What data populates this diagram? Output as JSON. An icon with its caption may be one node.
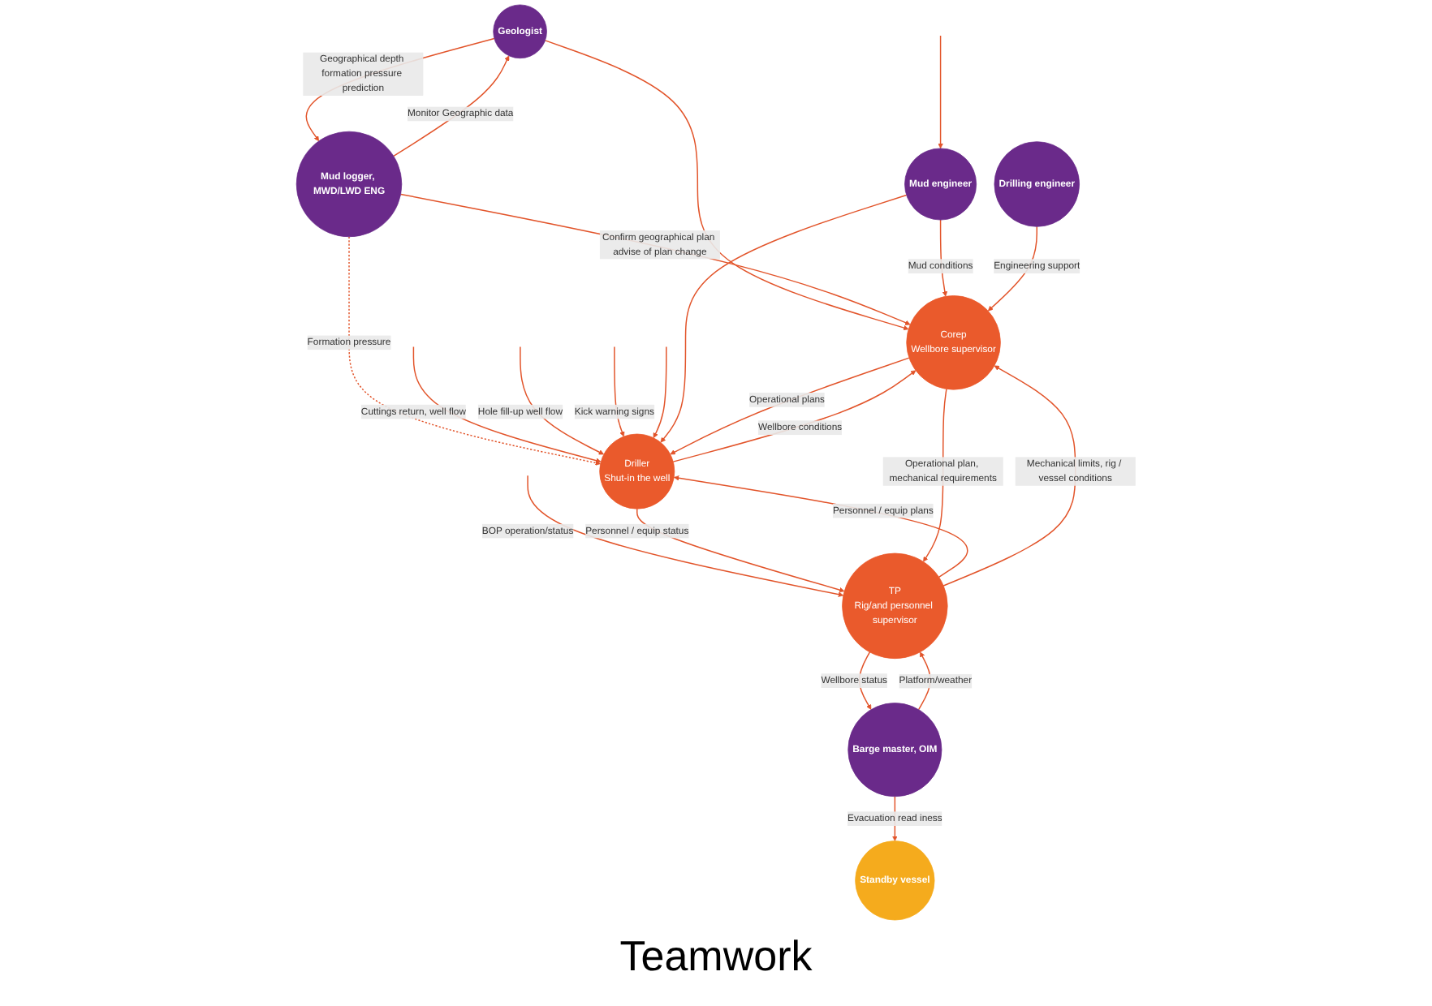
{
  "diagram": {
    "caption": "Teamwork",
    "nodes": [
      {
        "text": [
          "Geologist"
        ]
      },
      {
        "text": [
          "Mud logger, MWD/LWD ENG"
        ]
      },
      {
        "text": [
          "Mud engineer"
        ]
      },
      {
        "text": [
          "Driller",
          "Shut-in the well"
        ]
      },
      {
        "text": [
          "Corep",
          "Wellbore supervisor"
        ]
      },
      {
        "text": [
          "TP",
          "Rig/and personnel supervisor"
        ]
      },
      {
        "text": [
          "Barge master, OIM"
        ]
      },
      {
        "text": [
          "Drilling engineer"
        ]
      },
      {
        "text": [
          "Standby vessel"
        ]
      }
    ],
    "edges": [
      {
        "from": 0,
        "to": 1,
        "arrow": "to",
        "label": "Geographical depth formation pressure prediction"
      },
      {
        "from": 1,
        "to": 0,
        "arrow": "to",
        "label": "Monitor Geographic data"
      },
      {
        "from": 0,
        "to": 4,
        "arrow": "to"
      },
      {
        "from": 1,
        "to": 4,
        "arrow": "to",
        "label": "Confirm geographical plan advise of plan change"
      },
      {
        "from": 1,
        "to": 3,
        "arrow": "to",
        "label": "Formation pressure",
        "style": "dashed"
      },
      {
        "from": null,
        "to": 2,
        "arrow": "to"
      },
      {
        "from": null,
        "to": 3,
        "arrow": "to",
        "label": "Cuttings return, well flow"
      },
      {
        "from": null,
        "to": 3,
        "arrow": "to",
        "label": "Hole fill-up well flow"
      },
      {
        "from": null,
        "to": 3,
        "arrow": "to",
        "label": "Kick warning signs"
      },
      {
        "from": null,
        "to": 3,
        "arrow": "to"
      },
      {
        "from": null,
        "to": 5,
        "arrow": "to",
        "label": "BOP operation/status"
      },
      {
        "from": 2,
        "to": 3,
        "arrow": "to"
      },
      {
        "from": 2,
        "to": 4,
        "arrow": "to",
        "label": "Mud conditions"
      },
      {
        "from": 4,
        "to": 3,
        "arrow": "to",
        "label": "Operational plans"
      },
      {
        "from": 3,
        "to": 4,
        "arrow": "to",
        "label": "Wellbore conditions"
      },
      {
        "from": 3,
        "to": 5,
        "arrow": "to",
        "label": "Personnel / equip status"
      },
      {
        "from": 5,
        "to": 3,
        "arrow": "to",
        "label": "Personnel / equip plans"
      },
      {
        "from": 4,
        "to": 5,
        "arrow": "to",
        "label": "Operational plan, mechanical requirements"
      },
      {
        "from": 5,
        "to": 4,
        "arrow": "to",
        "label": "Mechanical limits, rig / vessel conditions"
      },
      {
        "from": 5,
        "to": 6,
        "arrow": "to",
        "label": "Wellbore status"
      },
      {
        "from": 6,
        "to": 5,
        "arrow": "to",
        "label": "Platform/weather"
      },
      {
        "from": 6,
        "to": 8,
        "arrow": "to",
        "label": "Evacuation read iness"
      },
      {
        "from": 7,
        "to": 4,
        "arrow": "to",
        "label": "Engineering support"
      }
    ]
  }
}
